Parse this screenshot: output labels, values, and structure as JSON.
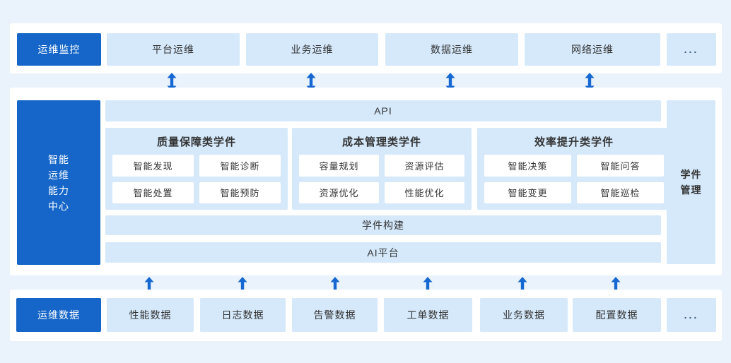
{
  "colors": {
    "background": "#EAF2FC",
    "panel": "#FFFFFF",
    "accent_dark_blue": "#1566C8",
    "box_light_blue": "#D5E9FB",
    "arrow_blue": "#1567D1",
    "text_dark": "#333333"
  },
  "monitoring": {
    "title": "运维监控",
    "items": [
      {
        "label": "平台运维"
      },
      {
        "label": "业务运维"
      },
      {
        "label": "数据运维"
      },
      {
        "label": "网络运维"
      }
    ],
    "more_label": "..."
  },
  "center": {
    "title_lines": [
      "智能",
      "运维",
      "能力",
      "中心"
    ],
    "api_label": "API",
    "groups": [
      {
        "title": "质量保障类学件",
        "items": [
          "智能发现",
          "智能诊断",
          "智能处置",
          "智能预防"
        ]
      },
      {
        "title": "成本管理类学件",
        "items": [
          "容量规划",
          "资源评估",
          "资源优化",
          "性能优化"
        ]
      },
      {
        "title": "效率提升类学件",
        "items": [
          "智能决策",
          "智能问答",
          "智能变更",
          "智能巡检"
        ]
      }
    ],
    "build_label": "学件构建",
    "ai_platform_label": "AI平台",
    "side_panel_lines": [
      "学件",
      "管理"
    ]
  },
  "data_layer": {
    "title": "运维数据",
    "items": [
      {
        "label": "性能数据"
      },
      {
        "label": "日志数据"
      },
      {
        "label": "告警数据"
      },
      {
        "label": "工单数据"
      },
      {
        "label": "业务数据"
      },
      {
        "label": "配置数据"
      }
    ],
    "more_label": "..."
  }
}
